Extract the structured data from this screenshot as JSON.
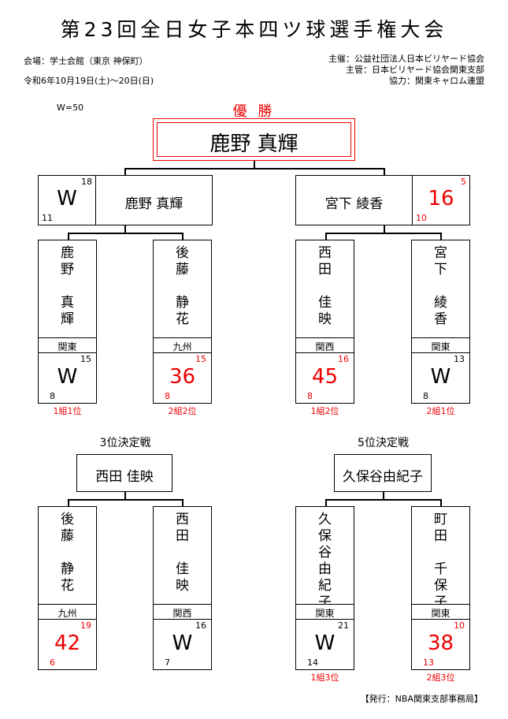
{
  "title": "第23回全日女子本四ツ球選手権大会",
  "venue": "会場：学士会館（東京 神保町）",
  "dates": "令和6年10月19日(土)～20日(日)",
  "organizer": "主催：公益社団法人日本ビリヤード協会",
  "manager": "主管：日本ビリヤード協会関東支部",
  "cooperation": "協力：関東キャロム連盟",
  "w_note": "W=50",
  "champion_label": "優 勝",
  "champion": "鹿野 真輝",
  "final": {
    "left": {
      "name": "鹿野 真輝",
      "score": "W",
      "top_num": "18",
      "bottom_num": "11"
    },
    "right": {
      "name": "宮下 綾香",
      "score": "16",
      "top_num": "5",
      "bottom_num": "10"
    }
  },
  "semis": [
    {
      "name": "鹿\n野\n\n真\n輝",
      "pref": "関東",
      "score": "W",
      "top_num": "15",
      "bottom_num": "8",
      "rank": "1組1位",
      "red": false
    },
    {
      "name": "後\n藤\n\n静\n花",
      "pref": "九州",
      "score": "36",
      "top_num": "15",
      "bottom_num": "8",
      "rank": "2組2位",
      "red": true
    },
    {
      "name": "西\n田\n\n佳\n映",
      "pref": "関西",
      "score": "45",
      "top_num": "16",
      "bottom_num": "8",
      "rank": "1組2位",
      "red": true
    },
    {
      "name": "宮\n下\n\n綾\n香",
      "pref": "関東",
      "score": "W",
      "top_num": "13",
      "bottom_num": "8",
      "rank": "2組1位",
      "red": false
    }
  ],
  "third_place": {
    "label": "3位決定戦",
    "winner": "西田 佳映"
  },
  "fifth_place": {
    "label": "5位決定戦",
    "winner": "久保谷由紀子"
  },
  "placement": [
    {
      "name": "後\n藤\n\n静\n花",
      "pref": "九州",
      "score": "42",
      "top_num": "19",
      "bottom_num": "6",
      "rank": "",
      "red": true
    },
    {
      "name": "西\n田\n\n佳\n映",
      "pref": "関西",
      "score": "W",
      "top_num": "16",
      "bottom_num": "7",
      "rank": "",
      "red": false
    },
    {
      "name": "久\n保\n谷\n由\n紀\n子",
      "pref": "関東",
      "score": "W",
      "top_num": "21",
      "bottom_num": "14",
      "rank": "1組3位",
      "red": false
    },
    {
      "name": "町\n田\n\n千\n保\n子",
      "pref": "関東",
      "score": "38",
      "top_num": "10",
      "bottom_num": "13",
      "rank": "2組3位",
      "red": true
    }
  ],
  "footer": "【発行：NBA関東支部事務局】",
  "colors": {
    "accent": "#e00000"
  }
}
